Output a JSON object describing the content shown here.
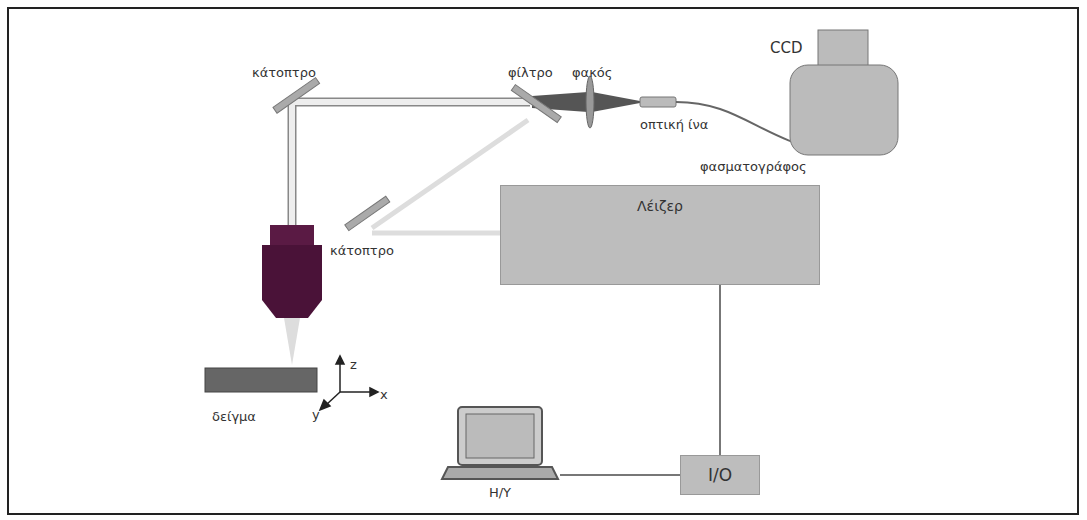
{
  "diagram": {
    "nodes": [
      {
        "text": [
          "Λέιζερ"
        ]
      },
      {
        "text": [
          "I/O"
        ]
      },
      {
        "text": [
          "Η/Υ"
        ]
      }
    ],
    "edges": [
      {
        "from": 0,
        "to": 1,
        "arrow": "none"
      },
      {
        "from": 2,
        "to": 1,
        "arrow": "none"
      }
    ],
    "labels": [
      "κάτοπτρο",
      "φίλτρο",
      "φακός",
      "CCD",
      "οπτική ίνα",
      "φασματογράφος",
      "κάτοπτρο",
      "δείγμα",
      "z",
      "x",
      "y"
    ]
  }
}
